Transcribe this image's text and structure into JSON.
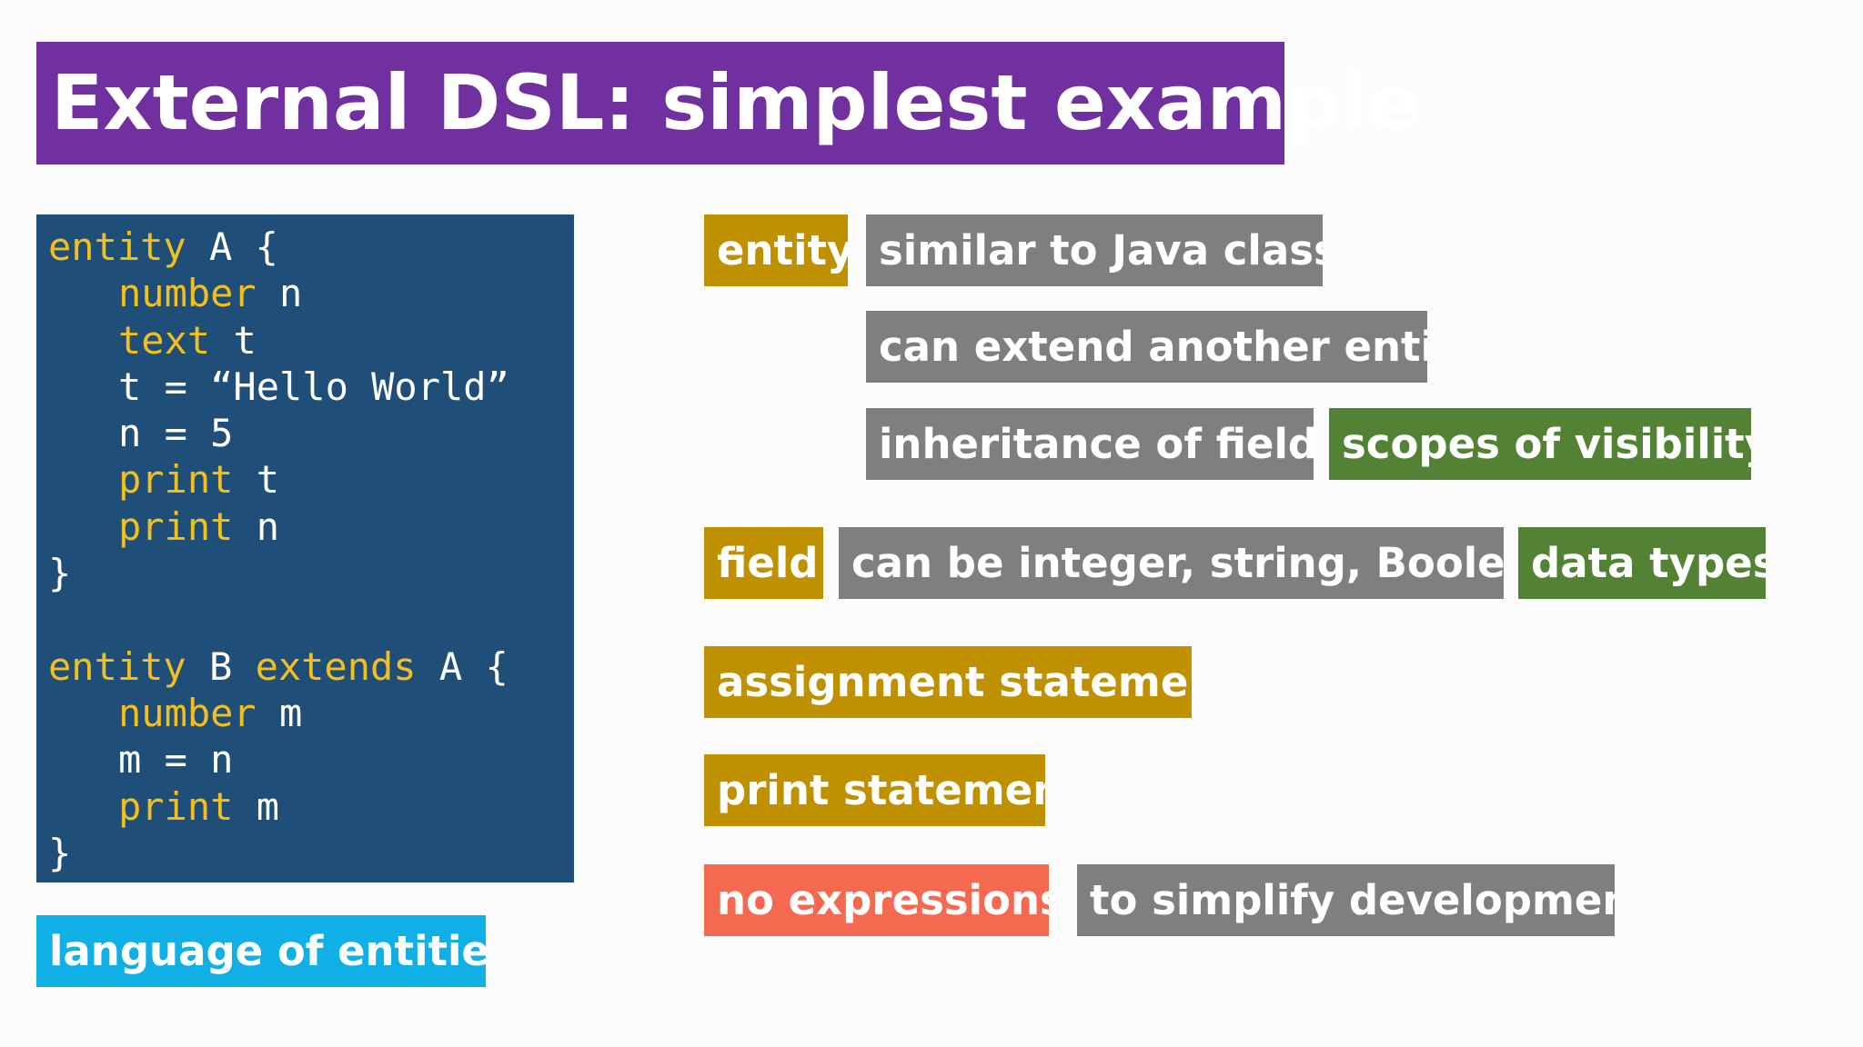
{
  "title": "External DSL: simplest example",
  "colors": {
    "title_bg": "#7030a0",
    "code_bg": "#1f4e79",
    "keyword": "#f2c01e",
    "gold": "#bf9000",
    "gray": "#7f7f7f",
    "green": "#548235",
    "coral": "#f4694f",
    "cyan": "#10b0e6"
  },
  "code": {
    "l1": {
      "kw": "entity",
      "rest": " A {"
    },
    "l2": {
      "kw": "number",
      "rest": " n"
    },
    "l3": {
      "kw": "text",
      "rest": " t"
    },
    "l4": {
      "text": "t = “Hello World”"
    },
    "l5": {
      "text": "n = 5"
    },
    "l6": {
      "kw": "print",
      "rest": " t"
    },
    "l7": {
      "kw": "print",
      "rest": " n"
    },
    "l8": {
      "text": "}"
    },
    "l10": {
      "kw": "entity",
      "mid": " B ",
      "kw2": "extends",
      "rest": " A {"
    },
    "l11": {
      "kw": "number",
      "rest": " m"
    },
    "l12": {
      "text": "m = n"
    },
    "l13": {
      "kw": "print",
      "rest": " m"
    },
    "l14": {
      "text": "}"
    }
  },
  "caption": "language of entities",
  "tags": {
    "entity": "entity",
    "entity_desc": "similar to Java class",
    "extend": "can extend another entity",
    "inheritance": "inheritance of fields",
    "scopes": "scopes of visibility",
    "field": "field",
    "field_desc": "can be integer, string, Boolean",
    "data_types": "data types",
    "assignment": "assignment statement",
    "print": "print statement",
    "no_expr": "no expressions",
    "simplify": "to simplify development"
  }
}
